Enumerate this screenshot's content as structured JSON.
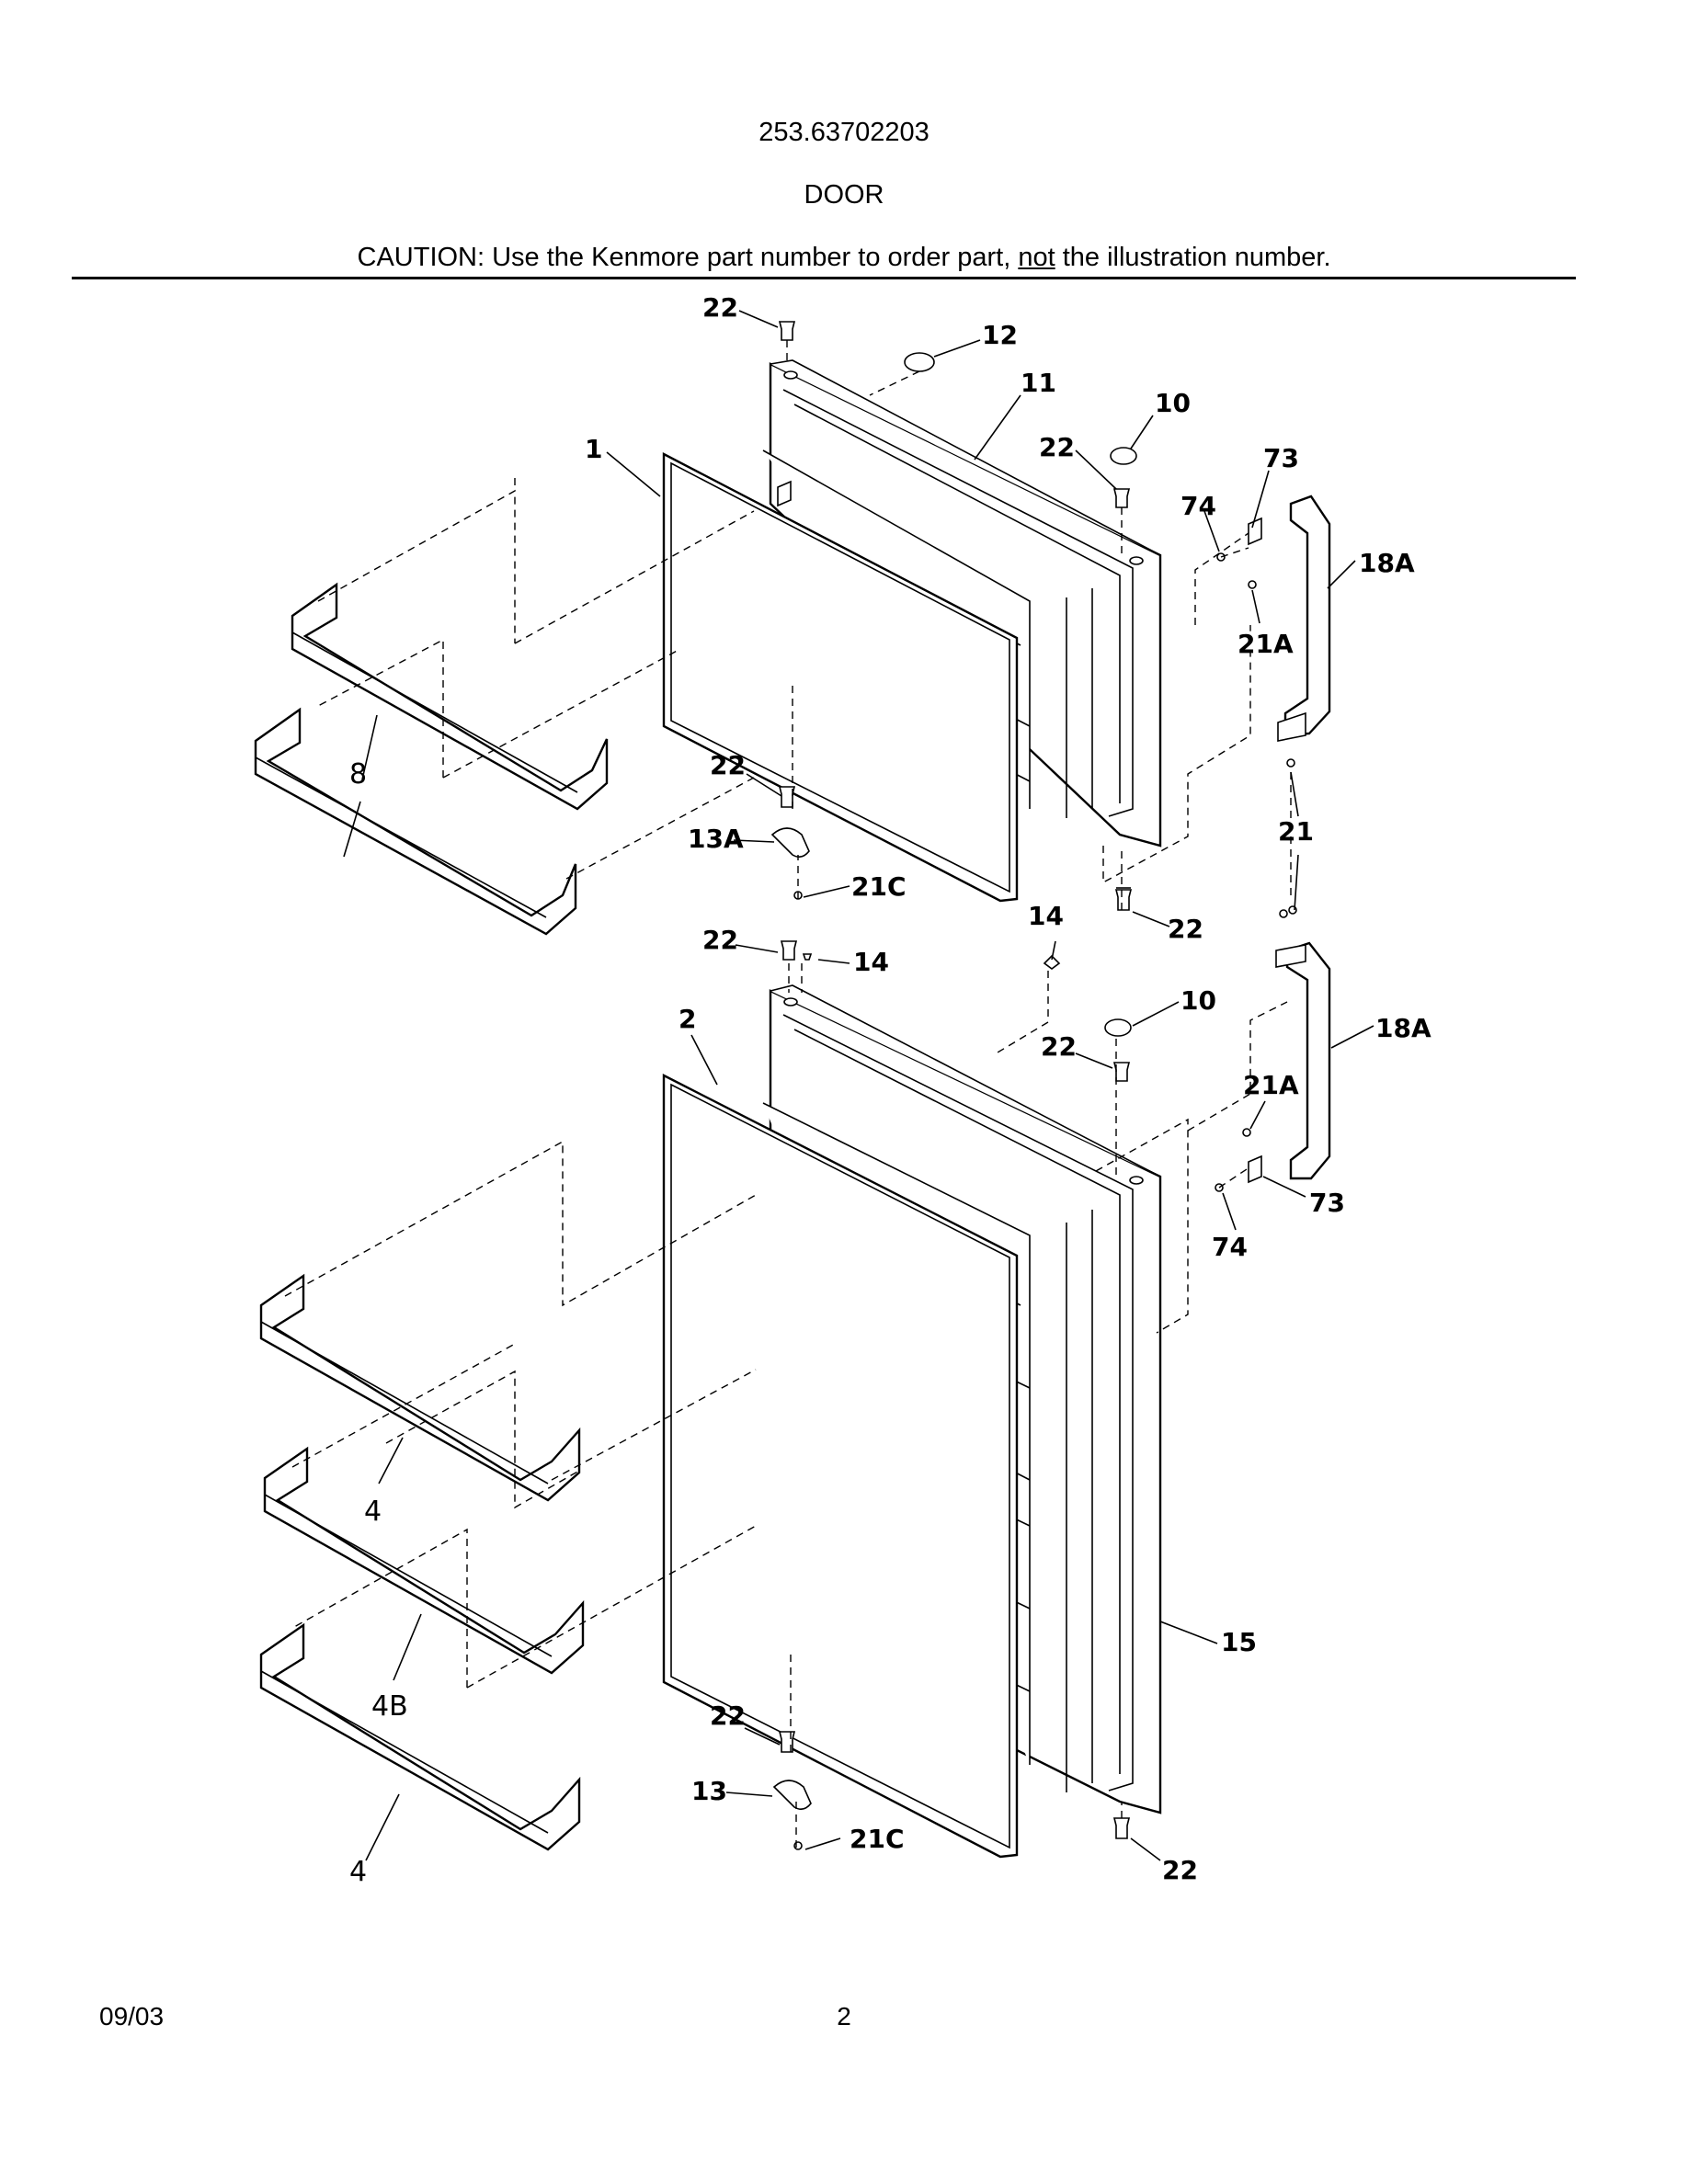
{
  "header": {
    "model_number": "253.63702203",
    "section_title": "DOOR",
    "caution_prefix": "CAUTION: Use the Kenmore part number to order part, ",
    "caution_emphasis": "not",
    "caution_suffix": " the illustration number."
  },
  "callouts": {
    "top_hinge_screw": "22",
    "top_plug": "12",
    "freezer_door": "11",
    "plug_top_right": "10",
    "screw_top_right": "22",
    "freezer_gasket": "1",
    "handle_clip_upper": "73",
    "screw_upper_74": "74",
    "handle_upper": "18A",
    "screw_upper_21a": "21A",
    "freezer_shelves": "8",
    "screw_21_mid": "21",
    "screw_mid_left_22": "22",
    "hinge_13a": "13A",
    "screw_21c_upper": "21C",
    "cap_14_mid": "14",
    "screw_22_mid_right": "22",
    "screw_22_lower_top": "22",
    "cap_14_lower": "14",
    "fresh_gasket": "2",
    "plug_lower_right": "10",
    "screw_lower_right_22": "22",
    "handle_lower": "18A",
    "screw_lower_21a": "21A",
    "handle_clip_lower": "73",
    "screw_lower_74": "74",
    "shelf_4_top": "4",
    "shelf_4b": "4B",
    "shelf_4_bottom": "4",
    "fresh_door": "15",
    "screw_22_bottom_left": "22",
    "hinge_13": "13",
    "screw_21c_lower": "21C",
    "screw_22_bottom_right": "22"
  },
  "footer": {
    "date": "09/03",
    "page_number": "2"
  }
}
